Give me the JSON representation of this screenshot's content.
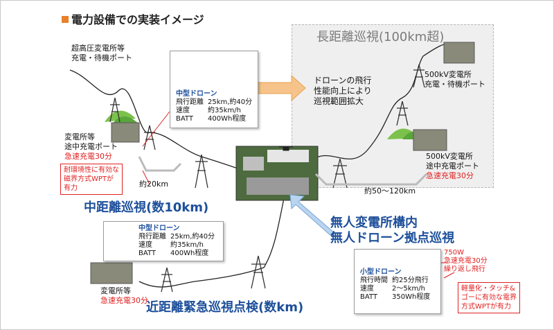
{
  "title": "電力設備での実装イメージ",
  "long_range": {
    "title": "長距離巡視(100km超)",
    "performance_note": [
      "ドローンの飛行",
      "性能向上により",
      "巡視範囲拡大"
    ]
  },
  "stations": {
    "uhv_top": [
      "超高圧変電所等",
      "充電・待機ポート"
    ],
    "mid_left": [
      "変電所等",
      "途中充電ポート"
    ],
    "mid_left_charge": "急速充電30分",
    "bottom_left": "変電所等",
    "bottom_left_charge": "急速充電30分",
    "kv500_top": [
      "500kV変電所",
      "充電・待機ポート"
    ],
    "kv500_mid": [
      "500kV変電所",
      "途中充電ポート"
    ],
    "kv500_mid_charge": "急速充電30分"
  },
  "wpt_note_left": [
    "耐環境性に有効な",
    "磁界方式WPTが",
    "有力"
  ],
  "distances": {
    "d20": "約20km",
    "d50_120": "約50～120km"
  },
  "drone_box_top": {
    "heading": "中型ドローン",
    "rows": [
      [
        "飛行距離",
        "25km,約40分"
      ],
      [
        "速度",
        "約35km/h"
      ],
      [
        "BATT",
        "400Wh程度"
      ]
    ]
  },
  "drone_box_mid": {
    "heading": "中型ドローン",
    "rows": [
      [
        "飛行距離",
        "25km,約40分"
      ],
      [
        "速度",
        "約35km/h"
      ],
      [
        "BATT",
        "400Wh程度"
      ]
    ]
  },
  "drone_box_small": {
    "heading": "小型ドローン",
    "rows": [
      [
        "飛行時間",
        "約25分飛行"
      ],
      [
        "速度",
        "2～5km/h"
      ],
      [
        "BATT",
        "350Wh程度"
      ]
    ]
  },
  "middle_range_title": "中距離巡視(数10km)",
  "short_range_title": "近距離緊急巡視点検(数km)",
  "unmanned_title": [
    "無人変電所構内",
    "無人ドローン拠点巡視"
  ],
  "small_drone_note": [
    "750W",
    "急速充電30分",
    "繰り返し飛行"
  ],
  "wpt_note_right": [
    "軽量化・タッチ&",
    "ゴーに有効な電界",
    "方式WPTが有力"
  ],
  "colors": {
    "accent_blue": "#1d4f9a",
    "red": "#e02020",
    "orange_arrow": "#f6c48a",
    "blue_arrow": "#b9d4ef"
  }
}
